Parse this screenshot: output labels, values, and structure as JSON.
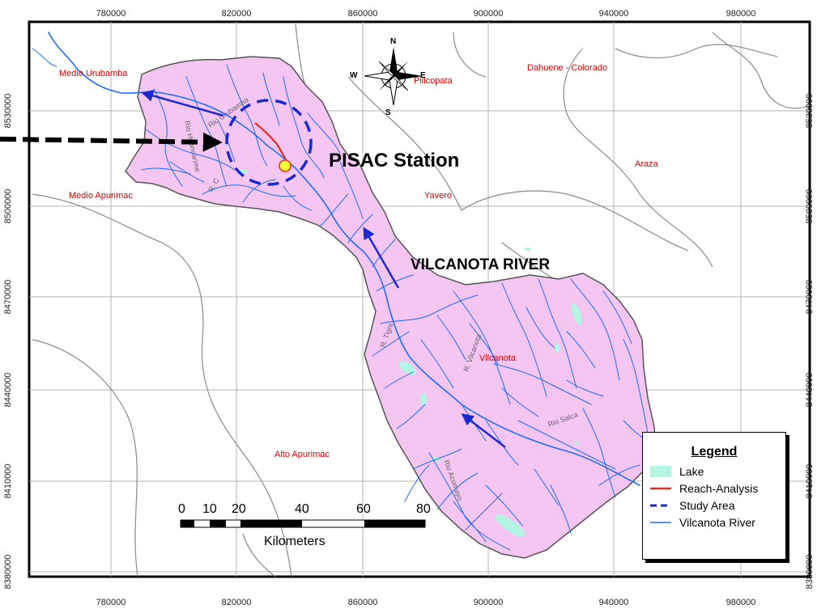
{
  "axes": {
    "x_ticks": [
      "780000",
      "820000",
      "860000",
      "900000",
      "940000",
      "980000"
    ],
    "y_ticks": [
      "8530000",
      "8500000",
      "8470000",
      "8440000",
      "8410000",
      "8380000"
    ]
  },
  "regions": {
    "medio_urubamba": "Medio Urubamba",
    "pillcopata": "Pillcopata",
    "dahuene": "Dahuene - Colorado",
    "araza": "Araza",
    "medio_apurimac": "Medio Apurimac",
    "yavero": "Yavero",
    "vilcanota": "Vilcanota",
    "alto_apurimac": "Alto Apurimac"
  },
  "river_labels": {
    "rio_urubamba": "Rio Urubamba",
    "rio_huancarime": "Rio Huancarime",
    "rio_tigre": "R. Tigre",
    "r_c": "R. C",
    "r_vilcanota": "R. Vilcanota",
    "rio_salca": "Rio Salca",
    "rio_acomayo": "Rio Acomayo"
  },
  "annotations": {
    "station": "PISAC  Station",
    "river": "VILCANOTA RIVER"
  },
  "compass": {
    "n": "N",
    "s": "S",
    "e": "E",
    "w": "W"
  },
  "scale": {
    "ticks": [
      "0",
      "10",
      "20",
      "40",
      "60",
      "80"
    ],
    "unit": "Kilometers"
  },
  "legend": {
    "title": "Legend",
    "items": [
      {
        "label": "Lake",
        "color": "#b3f5e2"
      },
      {
        "label": "Reach-Analysis",
        "color": "#e03020"
      },
      {
        "label": "Study Area",
        "color": "#1a2ad0"
      },
      {
        "label": "Vilcanota River",
        "color": "#1e6cff"
      }
    ]
  },
  "colors": {
    "basin_fill": "#f5c6f2",
    "river": "#1e6cff",
    "region_label": "#e00000",
    "arrow": "#1a2ad0",
    "boundary": "#8a8a8a"
  }
}
